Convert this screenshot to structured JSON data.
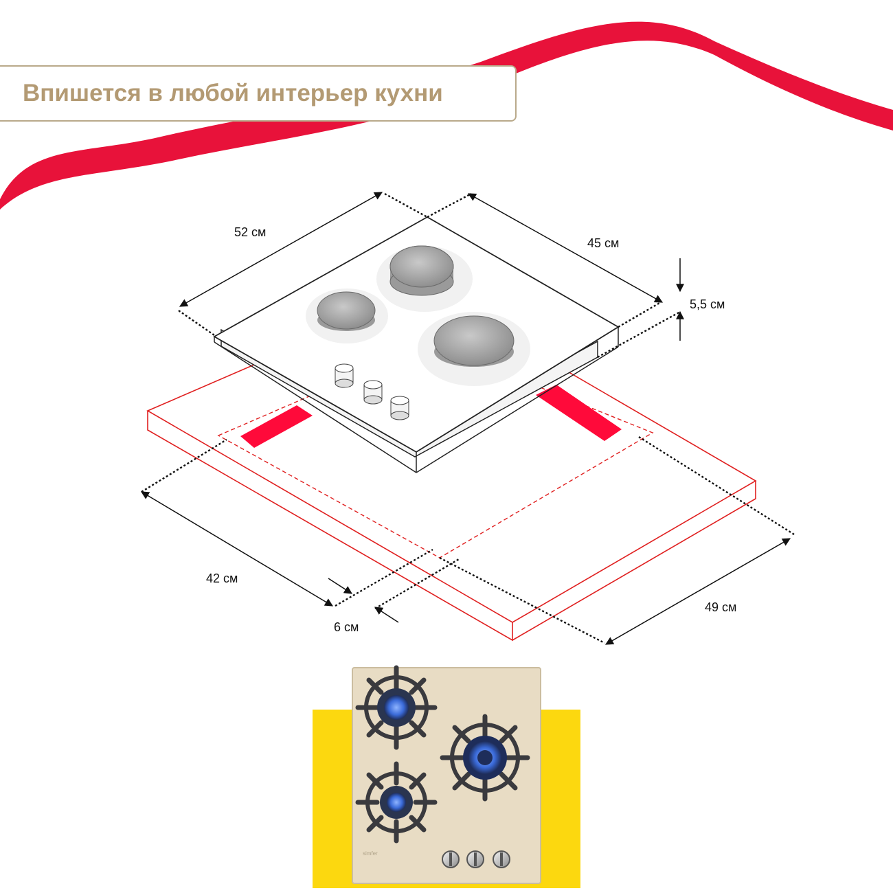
{
  "banner": {
    "title": "Впишется в любой интерьер кухни"
  },
  "dimensions": {
    "hob_width": "52 см",
    "hob_depth": "45 см",
    "hob_height": "5,5 см",
    "cutout_width": "42 см",
    "cutout_depth": "49 см",
    "min_gap": "6 см"
  },
  "product": {
    "brand": "simfer"
  },
  "colors": {
    "accent_red": "#e8123a",
    "banner_text": "#b39a73",
    "banner_border": "#b9a98a",
    "yellow_panel": "#fcd80f",
    "glass_panel": "#e8dcc4",
    "grate": "#3a3a3e"
  },
  "icons": [
    "gas-burner-icon",
    "control-knob-icon",
    "arrowhead-icon"
  ]
}
